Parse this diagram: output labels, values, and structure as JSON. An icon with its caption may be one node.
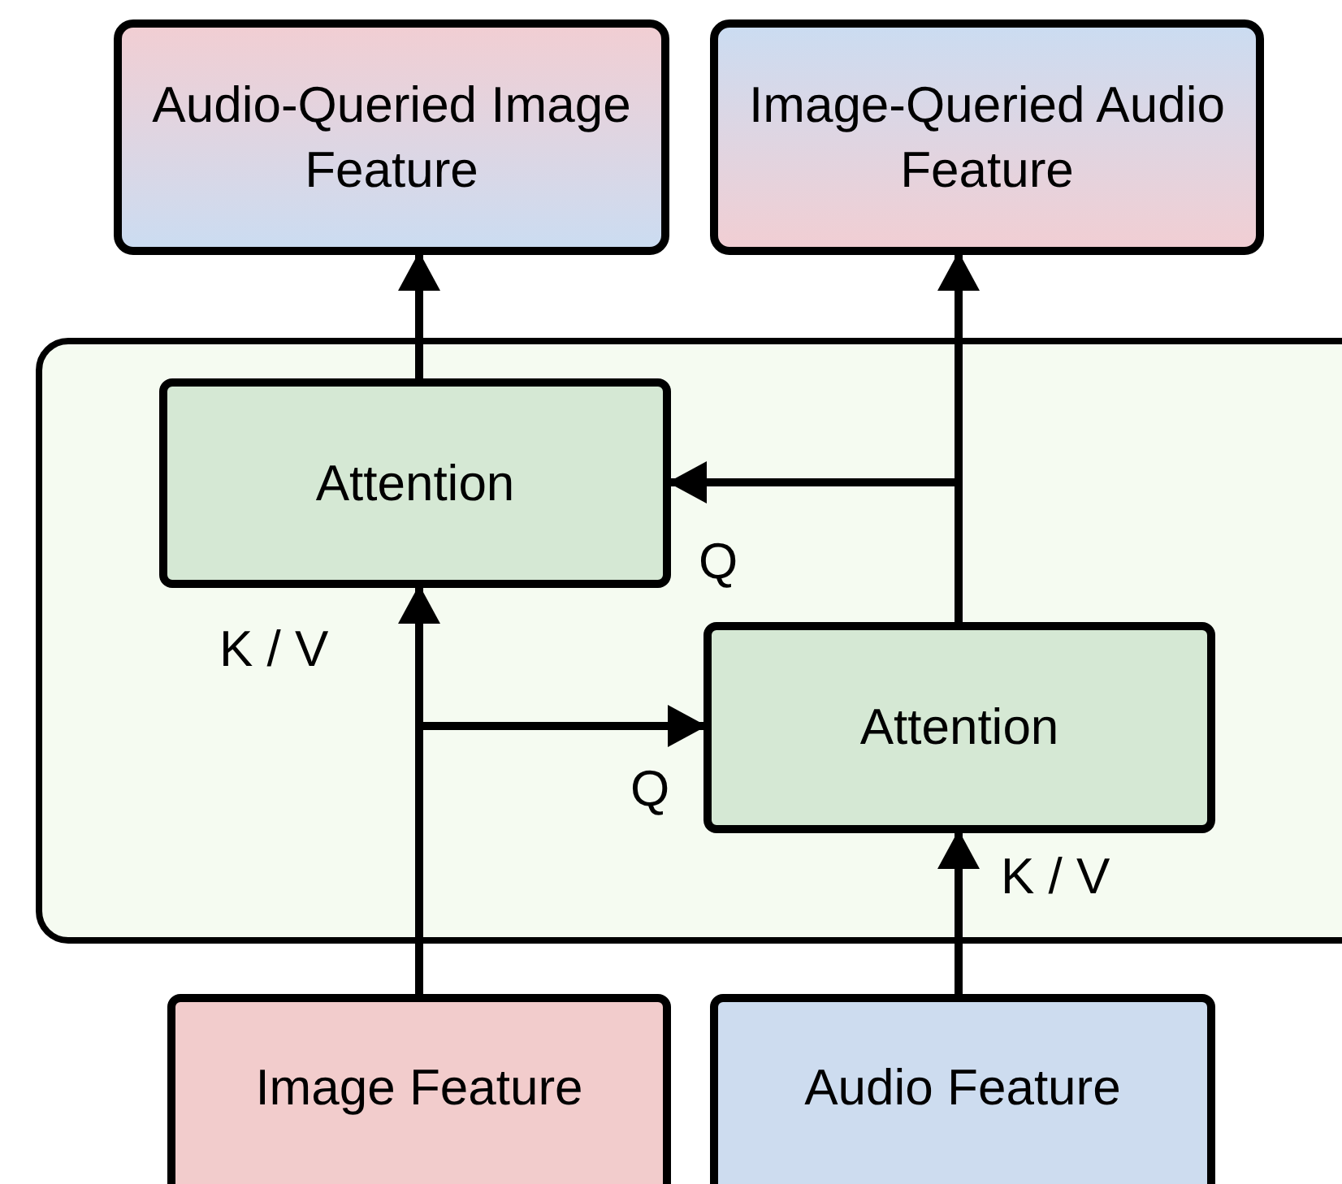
{
  "diagram": {
    "nodes": [
      {
        "text": [
          "Audio-Queried Image Feature"
        ]
      },
      {
        "text": [
          "Image-Queried Audio Feature"
        ]
      },
      {
        "text": [],
        "shape": "box"
      },
      {
        "text": [
          "Attention"
        ],
        "in": 2
      },
      {
        "text": [
          "Attention"
        ],
        "in": 2
      },
      {
        "text": [
          "Image Feature"
        ]
      },
      {
        "text": [
          "Audio Feature"
        ]
      }
    ],
    "edges": [
      {
        "from": 3,
        "to": 0,
        "arrow": "to"
      },
      {
        "from": 4,
        "to": 1,
        "arrow": "to"
      },
      {
        "from": 4,
        "to": 3,
        "arrow": "to",
        "label": "Q"
      },
      {
        "from": 5,
        "to": 3,
        "arrow": "to",
        "label": "K / V"
      },
      {
        "from": 5,
        "to": 4,
        "arrow": "to",
        "label": "Q"
      },
      {
        "from": 6,
        "to": 4,
        "arrow": "to",
        "label": "K / V"
      }
    ]
  }
}
